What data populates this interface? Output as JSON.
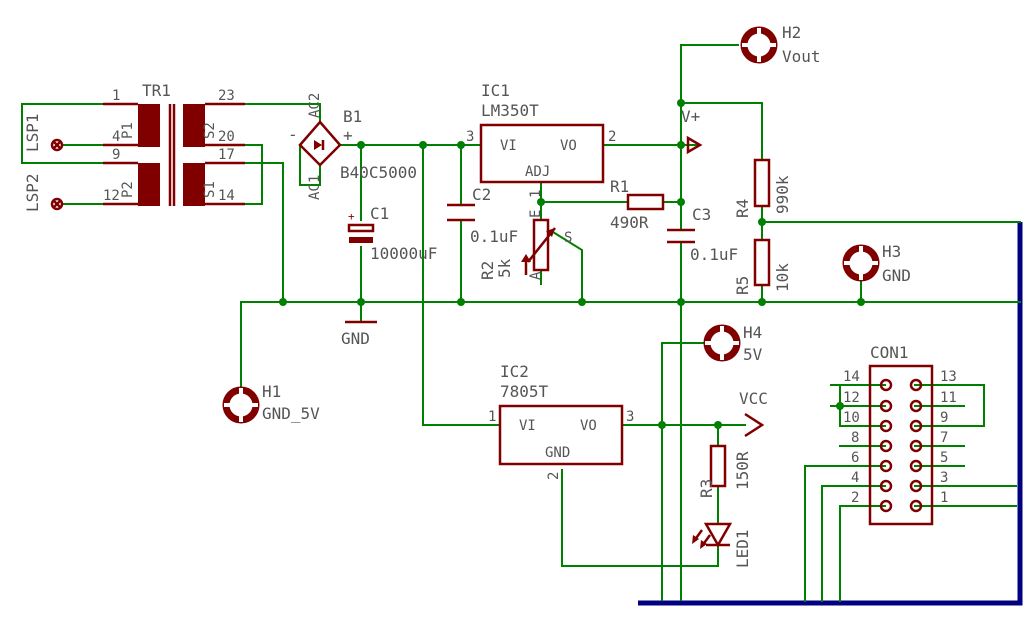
{
  "colors": {
    "wire": "#008000",
    "symbol": "#800000",
    "bus": "#000080",
    "text": "#555555"
  },
  "transformer": {
    "name": "TR1",
    "pins": [
      "1",
      "4",
      "9",
      "12",
      "23",
      "20",
      "17",
      "14"
    ],
    "coils": [
      "P1",
      "P2",
      "S2",
      "S1"
    ]
  },
  "speakers": [
    "LSP1",
    "LSP2"
  ],
  "bridge": {
    "name": "B1",
    "value": "B40C5000",
    "ac1": "AC1",
    "ac2": "AC2",
    "minus": "-",
    "plus": "+"
  },
  "ic1": {
    "name": "IC1",
    "value": "LM350T",
    "vi": "VI",
    "vo": "VO",
    "adj": "ADJ",
    "pin_in": "3",
    "pin_out": "2",
    "pin_adj": "1"
  },
  "ic2": {
    "name": "IC2",
    "value": "7805T",
    "vi": "VI",
    "vo": "VO",
    "gnd": "GND",
    "pin_in": "1",
    "pin_out": "3",
    "pin_gnd": "2"
  },
  "capacitors": {
    "c1": {
      "name": "C1",
      "value": "10000uF",
      "pol": "+"
    },
    "c2": {
      "name": "C2",
      "value": "0.1uF"
    },
    "c3": {
      "name": "C3",
      "value": "0.1uF"
    }
  },
  "resistors": {
    "r1": {
      "name": "R1",
      "value": "490R"
    },
    "r2": {
      "name": "R2",
      "value": "5k",
      "pin_e": "E",
      "pin_a": "A",
      "pin_s": "S",
      "pin_1": "1"
    },
    "r3": {
      "name": "R3",
      "value": "150R"
    },
    "r4": {
      "name": "R4",
      "value": "990k"
    },
    "r5": {
      "name": "R5",
      "value": "10k"
    }
  },
  "led": {
    "name": "LED1"
  },
  "holes": {
    "h1": {
      "name": "H1",
      "value": "GND_5V"
    },
    "h2": {
      "name": "H2",
      "value": "Vout"
    },
    "h3": {
      "name": "H3",
      "value": "GND"
    },
    "h4": {
      "name": "H4",
      "value": "5V"
    }
  },
  "supplies": {
    "gnd": "GND",
    "vplus": "V+",
    "vcc": "VCC"
  },
  "connector": {
    "name": "CON1",
    "left_pins": [
      "14",
      "12",
      "10",
      "8",
      "6",
      "4",
      "2"
    ],
    "right_pins": [
      "13",
      "11",
      "9",
      "7",
      "5",
      "3",
      "1"
    ]
  }
}
